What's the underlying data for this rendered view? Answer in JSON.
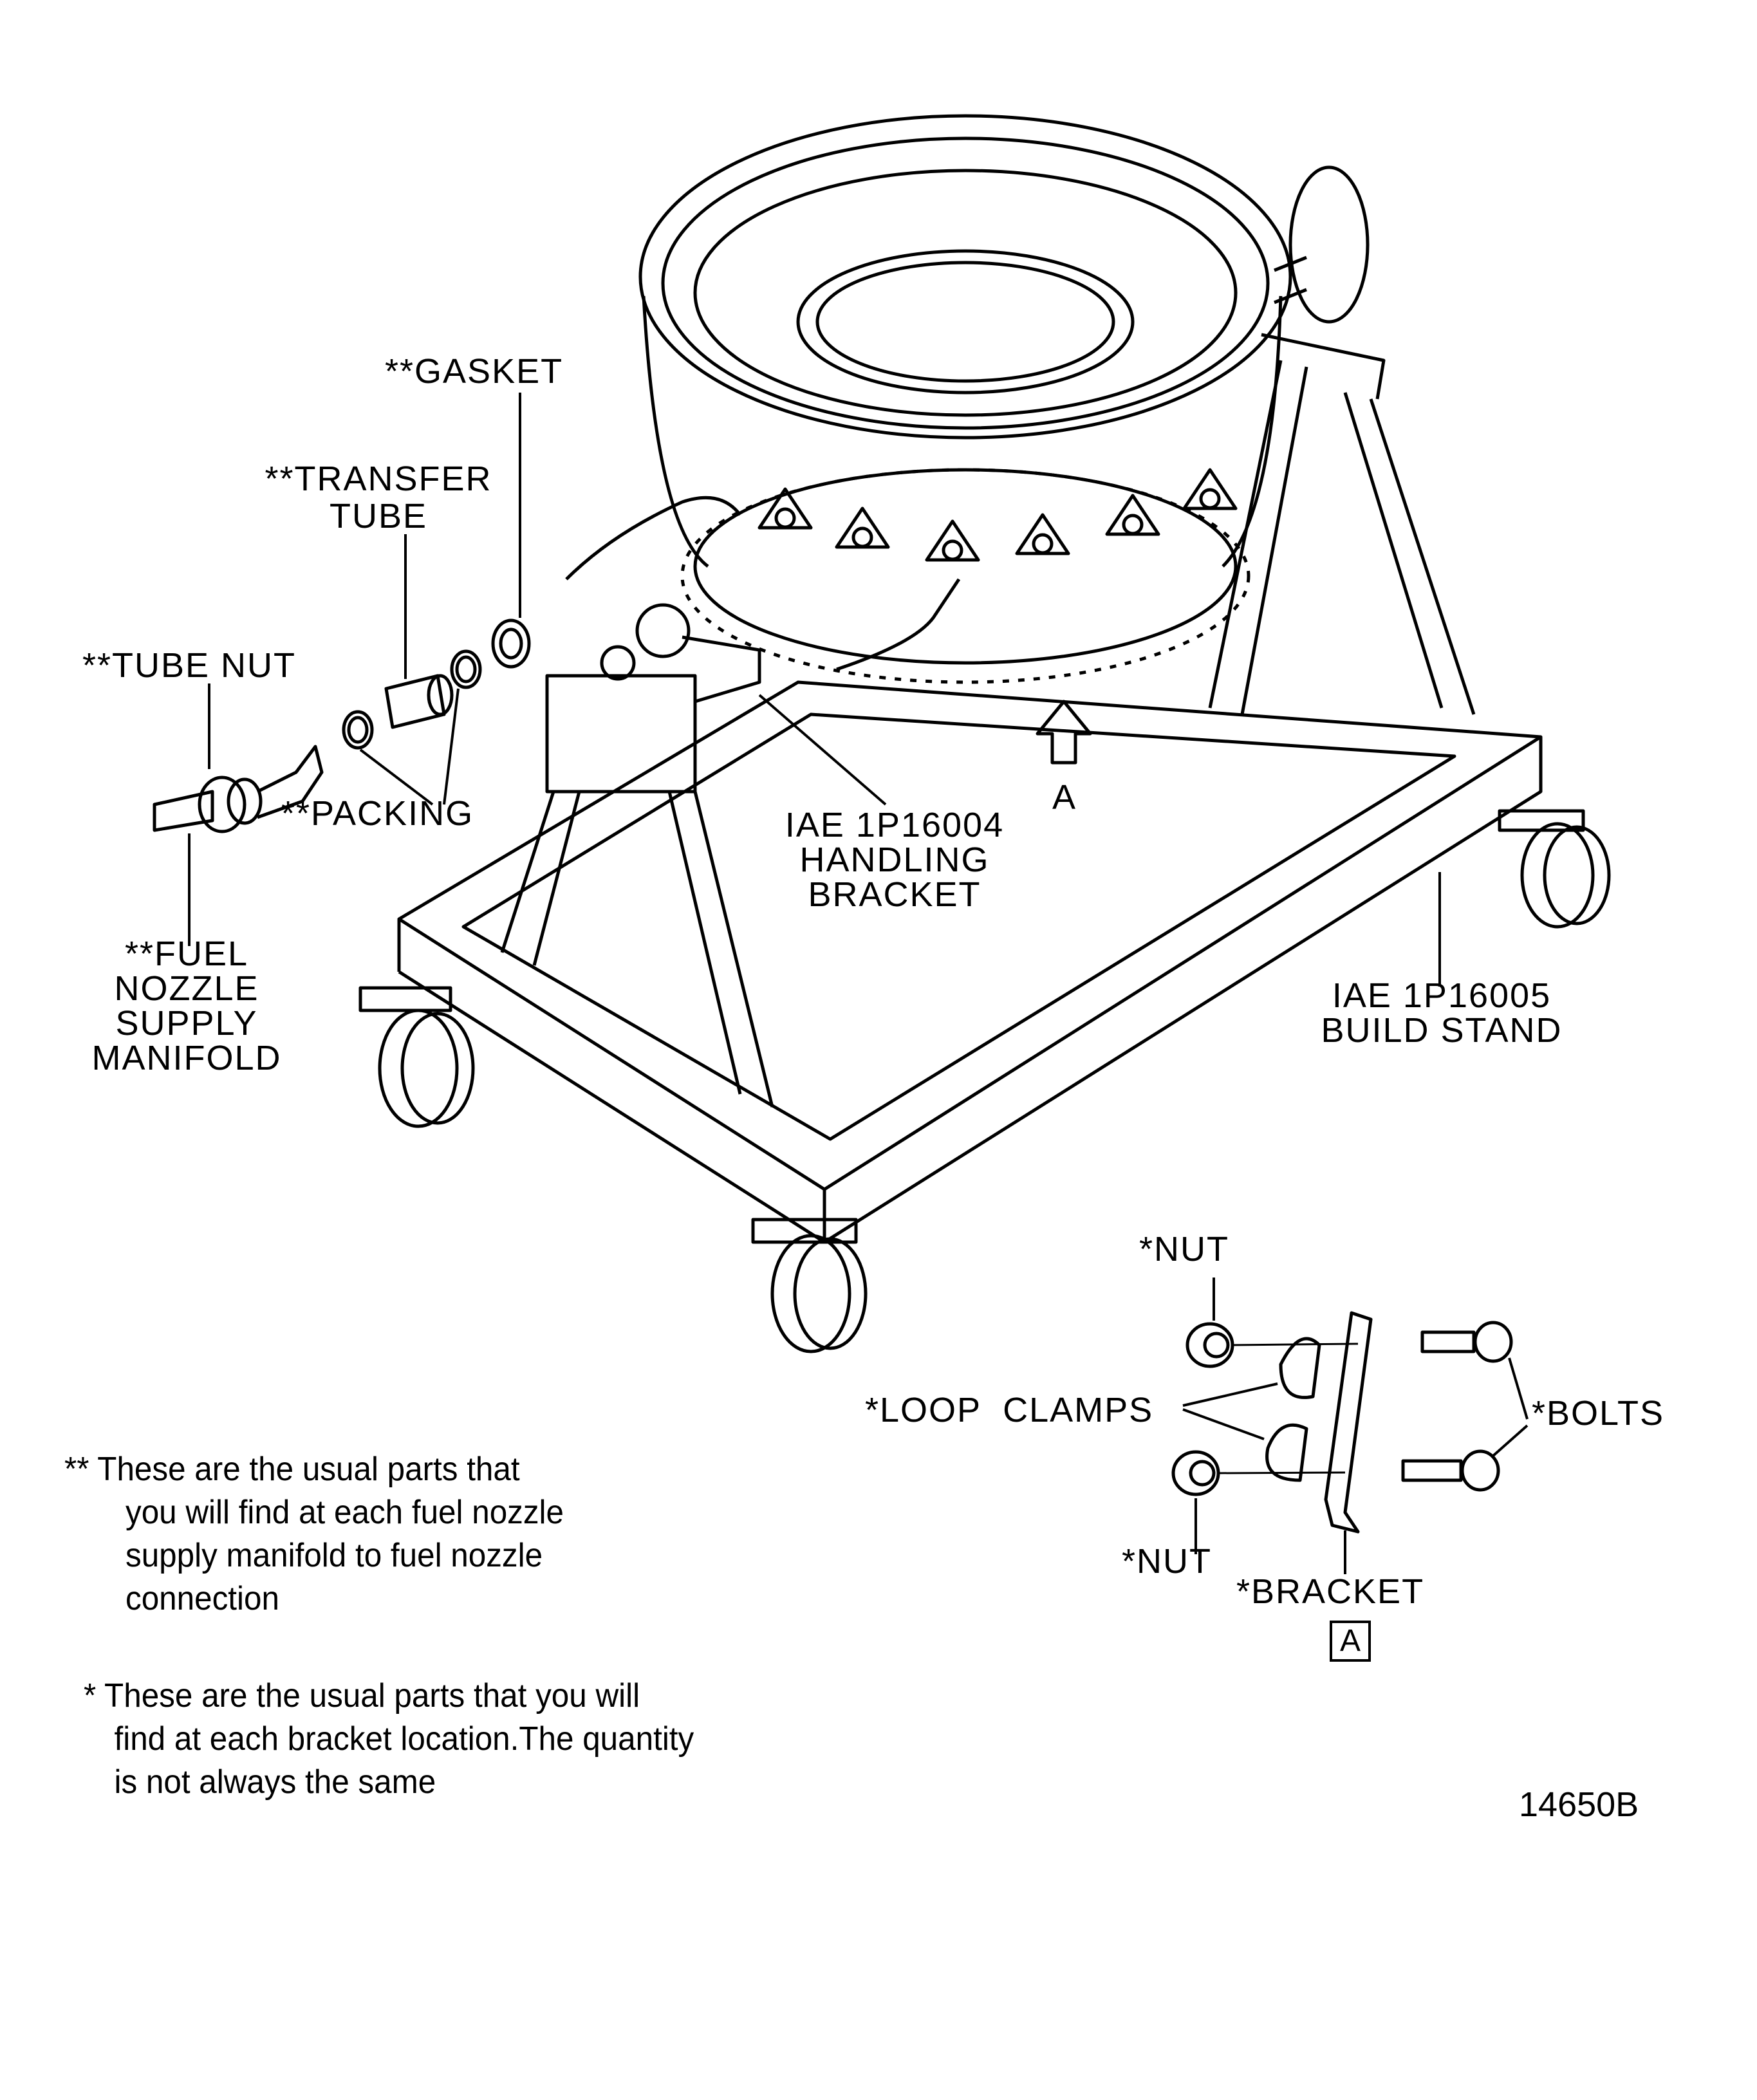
{
  "labels": {
    "gasket": "**GASKET",
    "transfer_tube": [
      "**TRANSFER",
      "TUBE"
    ],
    "tube_nut": "**TUBE NUT",
    "packing": "**PACKING",
    "manifold": [
      "**FUEL",
      "NOZZLE",
      "SUPPLY",
      "MANIFOLD"
    ],
    "handling_bracket": [
      "IAE 1P16004",
      "HANDLING",
      "BRACKET"
    ],
    "view_arrow": "A",
    "build_stand": [
      "IAE 1P16005",
      "BUILD STAND"
    ],
    "detail": {
      "nut_top": "*NUT",
      "loop_clamps": "*LOOP  CLAMPS",
      "bolts": "*BOLTS",
      "nut_bottom": "*NUT",
      "bracket": "*BRACKET",
      "view": "A"
    }
  },
  "notes": {
    "double_star": [
      "** These are the usual parts that",
      "you will find at each fuel nozzle",
      "supply manifold to fuel nozzle",
      "connection"
    ],
    "single_star": [
      "* These are the usual parts that you will",
      "find at each bracket location.The quantity",
      "is not always the same"
    ]
  },
  "figure_id": "14650B"
}
